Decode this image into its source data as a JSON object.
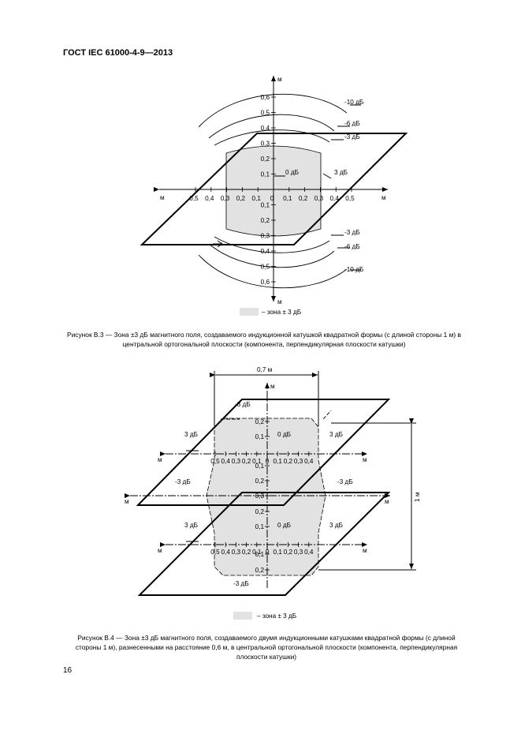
{
  "header": {
    "standard": "ГОСТ IEC 61000-4-9—2013"
  },
  "unit": "м",
  "db": {
    "m10": "-10 дБ",
    "m6": "-6 дБ",
    "m3": "-3 дБ",
    "zero": "0 дБ",
    "p3": "3 дБ"
  },
  "legend_text": "– зона ± 3 дБ",
  "fig3": {
    "caption": "Рисунок В.3 — Зона ±3 дБ магнитного поля, создаваемого индукционной катушкой квадратной формы (с длиной стороны 1 м) в центральной ортогональной плоскости (компонента, перпендикулярная плоскости катушки)",
    "x_ticks": [
      "0,5",
      "0,4",
      "0,3",
      "0,2",
      "0,1",
      "0",
      "0,1",
      "0,2",
      "0,3",
      "0,4",
      "0,5"
    ],
    "y_ticks_up": [
      "0,6",
      "0,5",
      "0,4",
      "0,3",
      "0,2",
      "0,1"
    ],
    "y_ticks_down": [
      "0,1",
      "0,2",
      "0,3",
      "0,4",
      "0,5",
      "0,6"
    ]
  },
  "fig4": {
    "caption": "Рисунок В.4 — Зона ±3 дБ магнитного поля, создаваемого двумя индукционными катушками квадратной формы (с длиной стороны 1 м), разнесенными на расстояние 0,6 м, в центральной ортогональной плоскости (компонента, перпендикулярная плоскости катушки)",
    "width_label": "0,7 м",
    "height_label": "1 м",
    "x_ticks": [
      "0,5",
      "0,4",
      "0,3",
      "0,2",
      "0,1",
      "0",
      "0,1",
      "0,2",
      "0,3",
      "0,4"
    ],
    "y_ticks": [
      "0,2",
      "0,1",
      "0,1",
      "0,2",
      "0,3",
      "0,2",
      "0,1",
      "0,1",
      "0,2"
    ]
  },
  "page_number": "16"
}
